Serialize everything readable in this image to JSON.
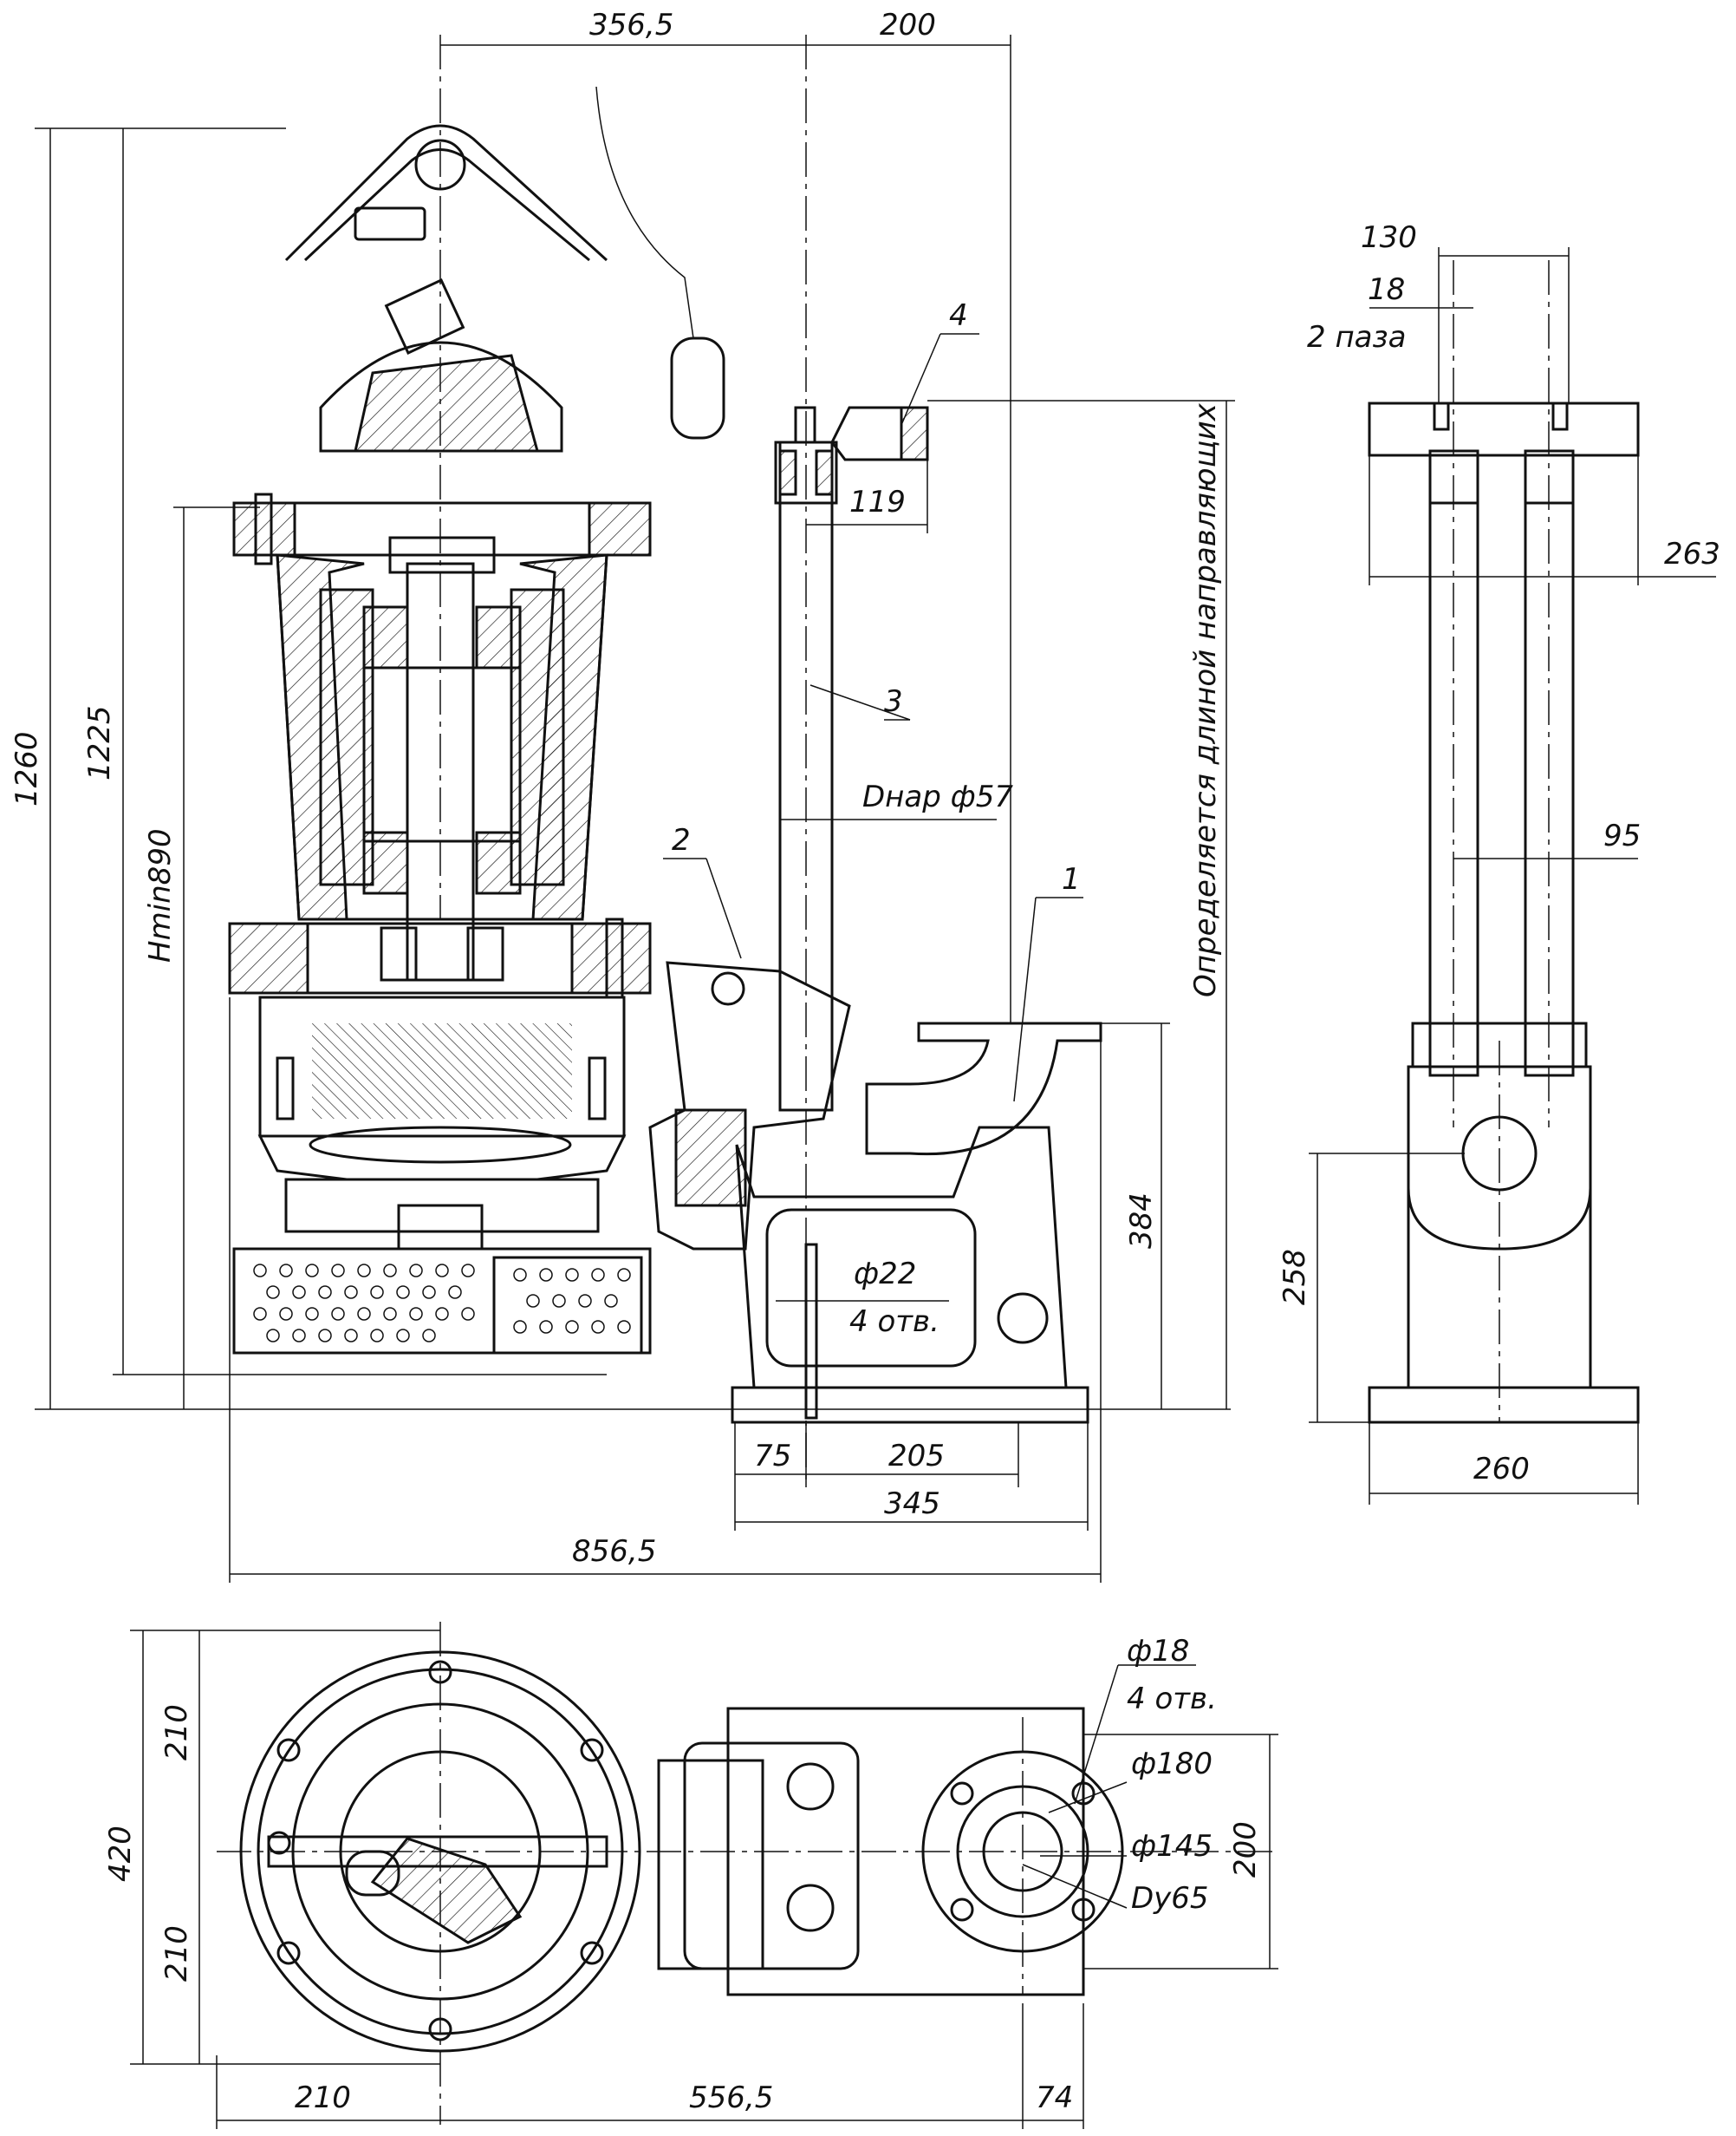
{
  "dimensions": {
    "front": {
      "top_left": "356,5",
      "top_right": "200",
      "height_total": "1260",
      "height_pump": "1225",
      "hmin": "Hmin890",
      "rail_offset": "119",
      "dnar": "Dнар ф57",
      "guide_note": "Определяется длиной направляющих",
      "height_384": "384",
      "hole_d": "ф22",
      "hole_count": "4 отв.",
      "base_75": "75",
      "base_205": "205",
      "base_345": "345",
      "overall_width": "856,5"
    },
    "side": {
      "width_130": "130",
      "slot_18": "18",
      "slots": "2 паза",
      "width_263": "263",
      "rail_95": "95",
      "height_258": "258",
      "base_260": "260"
    },
    "plan": {
      "h_210_top": "210",
      "h_420": "420",
      "h_210_bottom": "210",
      "w_210": "210",
      "w_5565": "556,5",
      "w_74": "74",
      "flange_holes_d": "ф18",
      "flange_holes_count": "4 отв.",
      "flange_bolt_circle": "ф180",
      "flange_dia": "ф145",
      "flange_dn": "Dy65",
      "flange_200": "200"
    }
  },
  "callouts": [
    "1",
    "2",
    "3",
    "4"
  ]
}
